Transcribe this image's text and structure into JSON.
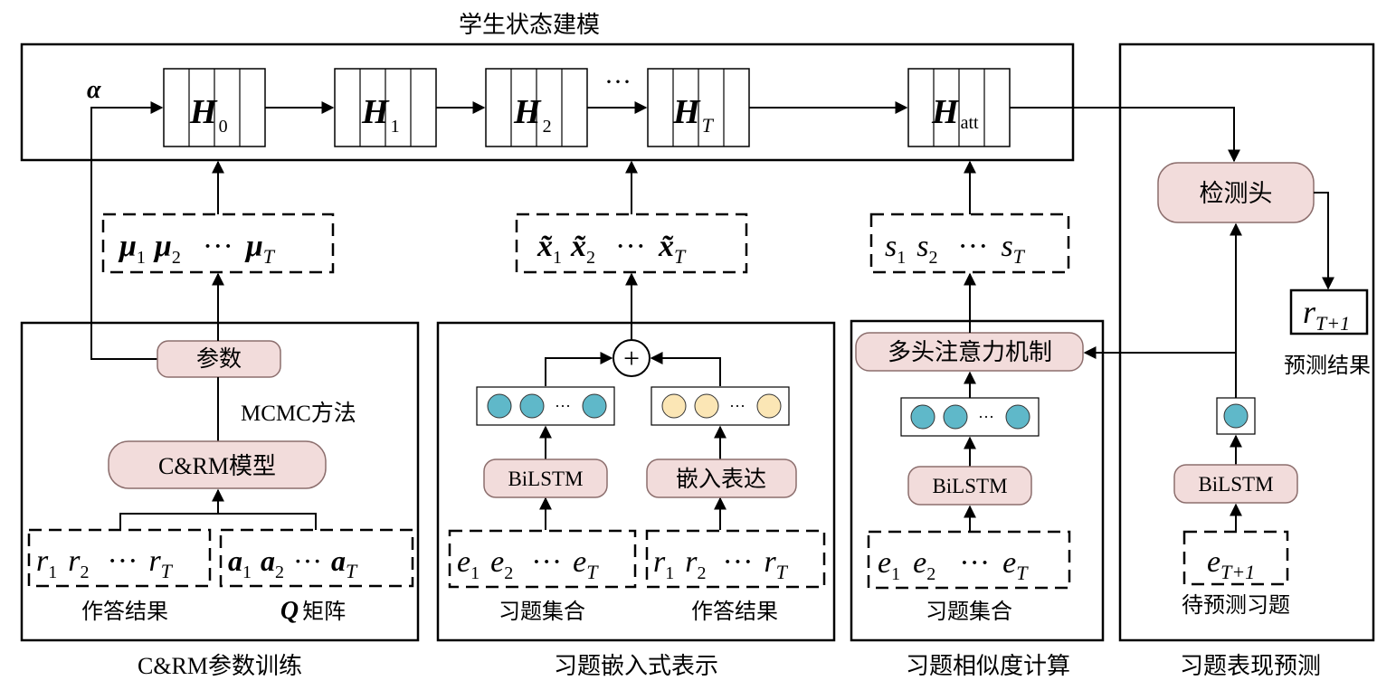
{
  "title": "学生状态建模",
  "state_modeling": {
    "alpha": "α",
    "hidden_states": [
      {
        "main": "H",
        "sub": "0"
      },
      {
        "main": "H",
        "sub": "1"
      },
      {
        "main": "H",
        "sub": "2"
      },
      {
        "main": "H",
        "sub": "T"
      },
      {
        "main": "H",
        "sub": "att"
      }
    ],
    "ellipsis": "···"
  },
  "mu_sequence": [
    {
      "main": "μ",
      "sub": "1"
    },
    {
      "main": "μ",
      "sub": "2"
    },
    {
      "main": "···",
      "sub": ""
    },
    {
      "main": "μ",
      "sub": "T"
    }
  ],
  "x_sequence": [
    {
      "main": "x̃",
      "sub": "1"
    },
    {
      "main": "x̃",
      "sub": "2"
    },
    {
      "main": "···",
      "sub": ""
    },
    {
      "main": "x̃",
      "sub": "T"
    }
  ],
  "s_sequence": [
    {
      "main": "s",
      "sub": "1"
    },
    {
      "main": "s",
      "sub": "2"
    },
    {
      "main": "···",
      "sub": ""
    },
    {
      "main": "s",
      "sub": "T"
    }
  ],
  "panel_cr": {
    "caption": "C&RM参数训练",
    "params_label": "参数",
    "mcmc_label": "MCMC方法",
    "model_label": "C&RM模型",
    "r_sequence": [
      {
        "main": "r",
        "sub": "1"
      },
      {
        "main": "r",
        "sub": "2"
      },
      {
        "main": "···",
        "sub": ""
      },
      {
        "main": "r",
        "sub": "T"
      }
    ],
    "a_sequence": [
      {
        "main": "a",
        "sub": "1"
      },
      {
        "main": "a",
        "sub": "2"
      },
      {
        "main": "···",
        "sub": ""
      },
      {
        "main": "a",
        "sub": "T"
      }
    ],
    "answer_caption": "作答结果",
    "q_letter": "Q",
    "q_caption": "矩阵"
  },
  "panel_embed": {
    "caption": "习题嵌入式表示",
    "plus": "+",
    "bilstm_label": "BiLSTM",
    "embed_label": "嵌入表达",
    "dots": "···",
    "e_sequence": [
      {
        "main": "e",
        "sub": "1"
      },
      {
        "main": "e",
        "sub": "2"
      },
      {
        "main": "···",
        "sub": ""
      },
      {
        "main": "e",
        "sub": "T"
      }
    ],
    "r_sequence": [
      {
        "main": "r",
        "sub": "1"
      },
      {
        "main": "r",
        "sub": "2"
      },
      {
        "main": "···",
        "sub": ""
      },
      {
        "main": "r",
        "sub": "T"
      }
    ],
    "exercise_caption": "习题集合",
    "answer_caption": "作答结果"
  },
  "panel_sim": {
    "caption": "习题相似度计算",
    "attention_label": "多头注意力机制",
    "bilstm_label": "BiLSTM",
    "dots": "···",
    "e_sequence": [
      {
        "main": "e",
        "sub": "1"
      },
      {
        "main": "e",
        "sub": "2"
      },
      {
        "main": "···",
        "sub": ""
      },
      {
        "main": "e",
        "sub": "T"
      }
    ],
    "exercise_caption": "习题集合"
  },
  "panel_pred": {
    "caption": "习题表现预测",
    "head_label": "检测头",
    "result_main": "r",
    "result_sub": "T+1",
    "result_caption": "预测结果",
    "bilstm_label": "BiLSTM",
    "e_main": "e",
    "e_sub": "T+1",
    "to_predict_caption": "待预测习题"
  },
  "colors": {
    "line": "#000000",
    "pill_fill": "#f2dcdb",
    "pill_stroke": "#8c6e6d",
    "circle_blue": "#5fb8c9",
    "circle_yellow": "#fbe6b5"
  }
}
